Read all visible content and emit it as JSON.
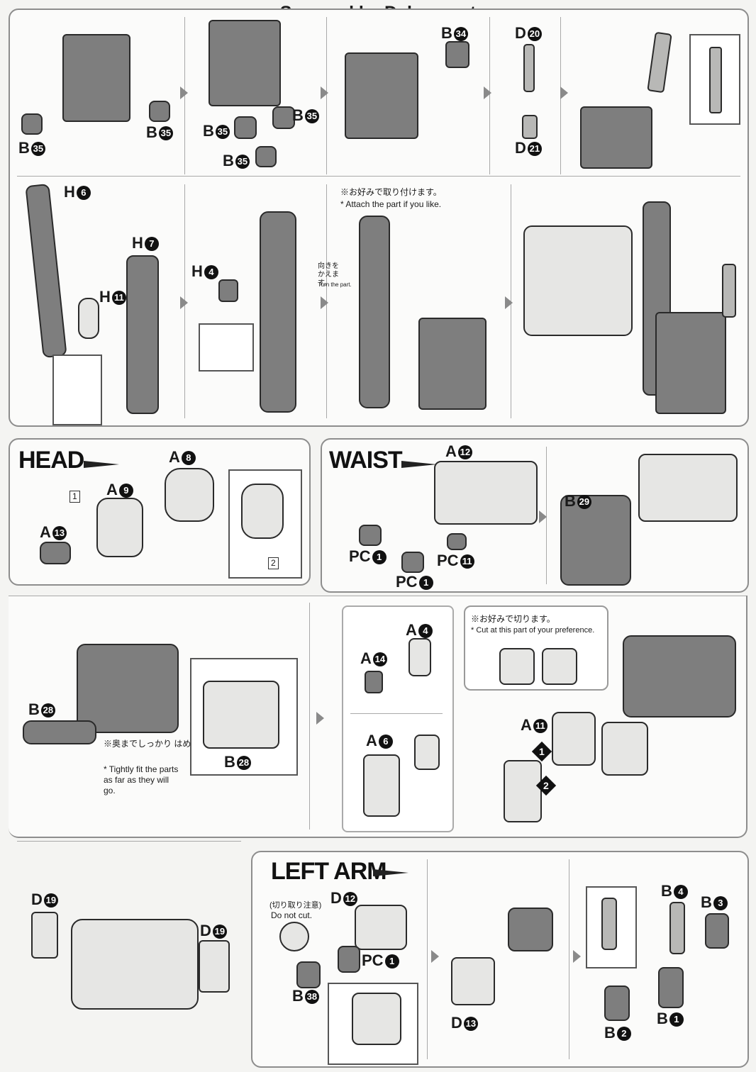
{
  "header": {
    "watermark": "Scanned by Dalong.net"
  },
  "sections": {
    "head": "HEAD",
    "waist": "WAIST",
    "left_arm": "LEFT ARM"
  },
  "notes": {
    "attach_jp": "※お好みで取り付けます。",
    "attach_en": "* Attach the part if you like.",
    "turn_jp": "向きを かえます。",
    "turn_en": "Turn the part.",
    "cut_jp": "※お好みで切ります。",
    "cut_en": "* Cut at this part of your preference.",
    "tight_jp": "※奥までしっかり はめ込みます。",
    "tight_en": "* Tightly fit the parts as far as they will go.",
    "nocut_jp": "(切り取り注意)",
    "nocut_en": "Do not cut."
  },
  "labels": {
    "b35": "B",
    "b35n": "35",
    "b34": "B",
    "b34n": "34",
    "d20": "D",
    "d20n": "20",
    "d21": "D",
    "d21n": "21",
    "h6": "H",
    "h6n": "6",
    "h7": "H",
    "h7n": "7",
    "h11": "H",
    "h11n": "11",
    "h4": "H",
    "h4n": "4",
    "a8": "A",
    "a8n": "8",
    "a9": "A",
    "a9n": "9",
    "a13": "A",
    "a13n": "13",
    "a12": "A",
    "a12n": "12",
    "b29": "B",
    "b29n": "29",
    "pc1": "PC",
    "pc1n": "1",
    "pc11": "PC",
    "pc11n": "11",
    "b28": "B",
    "b28n": "28",
    "a4": "A",
    "a4n": "4",
    "a14": "A",
    "a14n": "14",
    "a6": "A",
    "a6n": "6",
    "a11": "A",
    "a11n": "11",
    "d19": "D",
    "d19n": "19",
    "d12": "D",
    "d12n": "12",
    "b38": "B",
    "b38n": "38",
    "d13": "D",
    "d13n": "13",
    "b4": "B",
    "b4n": "4",
    "b3": "B",
    "b3n": "3",
    "b2": "B",
    "b2n": "2",
    "b1": "B",
    "b1n": "1"
  },
  "step_markers": [
    "1",
    "2"
  ],
  "inset_numbers": [
    "1",
    "2"
  ]
}
